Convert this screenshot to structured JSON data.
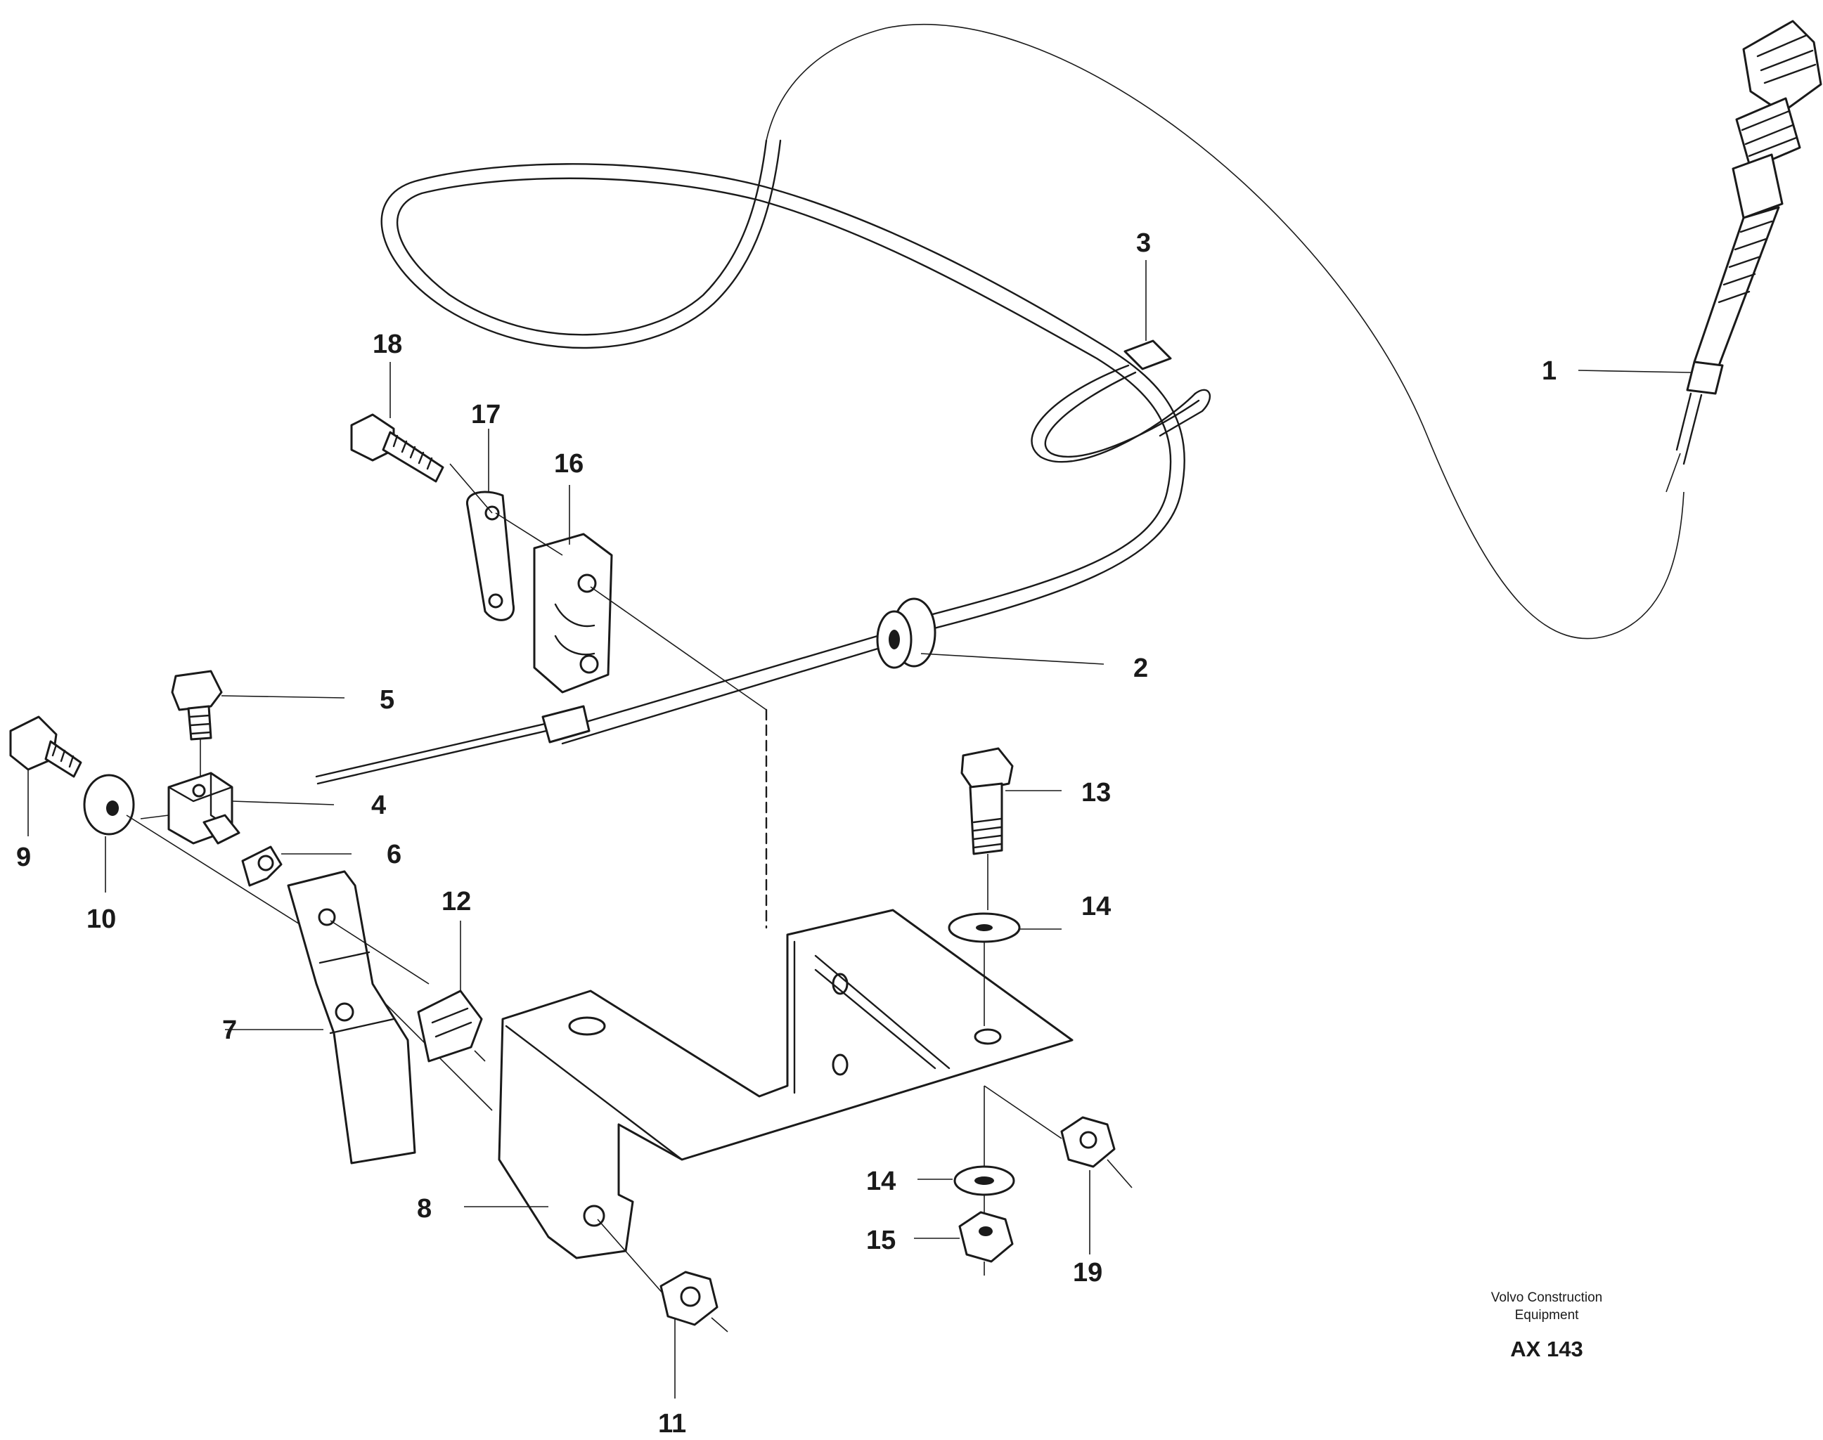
{
  "callouts": {
    "c1": "1",
    "c2": "2",
    "c3": "3",
    "c4": "4",
    "c5": "5",
    "c6": "6",
    "c7": "7",
    "c8": "8",
    "c9": "9",
    "c10": "10",
    "c11": "11",
    "c12": "12",
    "c13": "13",
    "c14a": "14",
    "c14b": "14",
    "c15": "15",
    "c16": "16",
    "c17": "17",
    "c18": "18",
    "c19": "19"
  },
  "footer": {
    "line1": "Volvo Construction",
    "line2": "Equipment",
    "code": "AX 143"
  }
}
